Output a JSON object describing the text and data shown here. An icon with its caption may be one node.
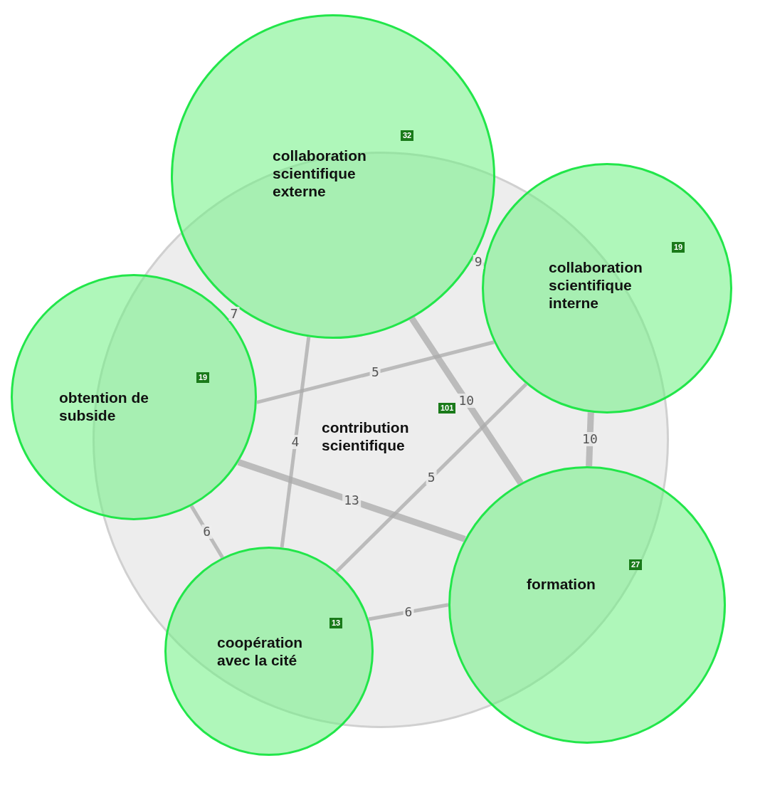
{
  "diagram": {
    "nodes": [
      {
        "text": [
          "101",
          "contribution scientifique"
        ]
      },
      {
        "text": [
          "32",
          "collaboration scientifique externe"
        ]
      },
      {
        "text": [
          "19",
          "collaboration scientifique interne"
        ]
      },
      {
        "text": [
          "19",
          "obtention de subside"
        ]
      },
      {
        "text": [
          "27",
          "formation"
        ]
      },
      {
        "text": [
          "13",
          "coopération avec la cité"
        ]
      }
    ],
    "edges": [
      {
        "from": 1,
        "to": 2,
        "arrow": "none",
        "label": "9"
      },
      {
        "from": 1,
        "to": 3,
        "arrow": "none",
        "label": "7"
      },
      {
        "from": 1,
        "to": 5,
        "arrow": "none",
        "label": "4"
      },
      {
        "from": 1,
        "to": 4,
        "arrow": "none",
        "label": "10",
        "style": "thick"
      },
      {
        "from": 3,
        "to": 2,
        "arrow": "none",
        "label": "5"
      },
      {
        "from": 2,
        "to": 4,
        "arrow": "none",
        "label": "10",
        "style": "thick"
      },
      {
        "from": 5,
        "to": 2,
        "arrow": "none",
        "label": "5"
      },
      {
        "from": 3,
        "to": 4,
        "arrow": "none",
        "label": "13",
        "style": "thick"
      },
      {
        "from": 3,
        "to": 5,
        "arrow": "none",
        "label": "6"
      },
      {
        "from": 5,
        "to": 4,
        "arrow": "none",
        "label": "6"
      }
    ]
  }
}
